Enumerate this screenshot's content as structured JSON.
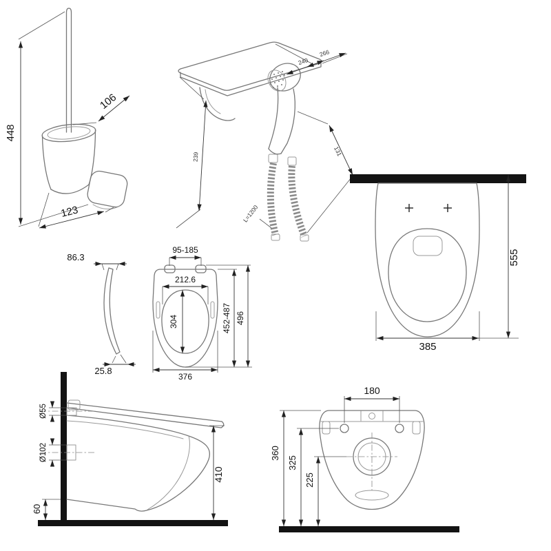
{
  "page": {
    "background": "#ffffff",
    "line_color": "#777777",
    "dim_color": "#222222",
    "wall_bar_color": "#131313"
  },
  "views": {
    "brush_holder": {
      "dims": {
        "height": "448",
        "top_depth": "106",
        "base_depth": "123"
      }
    },
    "hygienic_shower": {
      "dims": {
        "shelf_a": "240",
        "shelf_b": "266",
        "side": "131",
        "drop": "239",
        "hose": "L=1200"
      }
    },
    "bowl_top": {
      "dims": {
        "depth": "555",
        "width": "385"
      }
    },
    "seat_profile": {
      "dims": {
        "top_width": "86.3",
        "bottom_width": "25.8"
      }
    },
    "seat_top": {
      "dims": {
        "hinge_spacing": "95-185",
        "inner_width": "212.6",
        "inner_length": "304",
        "outer_width": "376",
        "length_adjust": "452-487",
        "length_total": "496"
      }
    },
    "bowl_side": {
      "dims": {
        "inlet": "Ø55",
        "outlet": "Ø102",
        "height": "410",
        "gap": "60"
      }
    },
    "bowl_front": {
      "dims": {
        "hole_spacing": "180",
        "height_total": "360",
        "height_holes": "325",
        "height_drain": "225"
      }
    }
  }
}
